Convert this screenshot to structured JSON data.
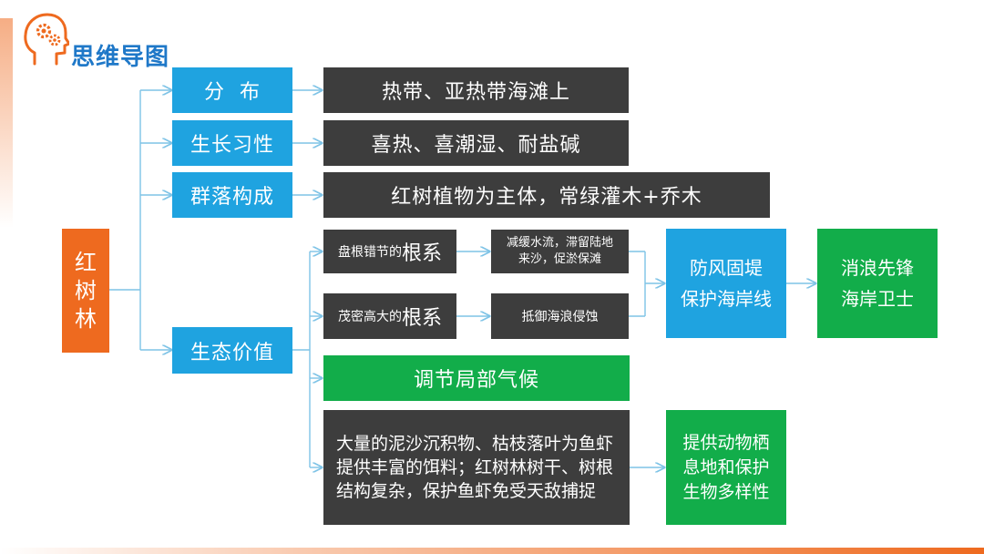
{
  "header": {
    "title": "思维导图"
  },
  "root": {
    "label": "红\n树\n林"
  },
  "branches": {
    "distribution": {
      "label": "分 布",
      "detail": "热带、亚热带海滩上"
    },
    "habit": {
      "label": "生长习性",
      "detail": "喜热、喜潮湿、耐盐碱"
    },
    "community": {
      "label": "群落构成",
      "detail": "红树植物为主体，常绿灌木+乔木"
    },
    "ecology": {
      "label": "生态价值"
    }
  },
  "ecology": {
    "root1": {
      "prefix": "盘根错节的",
      "suffix": "根系",
      "effect": "减缓水流，滞留陆地来沙，促淤保滩"
    },
    "root2": {
      "prefix": "茂密高大的",
      "suffix": "根系",
      "effect": "抵御海浪侵蚀"
    },
    "protect": "防风固堤\n保护海岸线",
    "pioneer": "消浪先锋\n海岸卫士",
    "climate": "调节局部气候",
    "habitat_detail": "大量的泥沙沉积物、枯枝落叶为鱼虾提供丰富的饵料；红树林树干、树根结构复杂，保护鱼虾免受天敌捕捉",
    "habitat_result": "提供动物栖息地和保护生物多样性"
  },
  "colors": {
    "blue": "#1fa3e0",
    "gray": "#3d3d3d",
    "green": "#12ad4a",
    "orange": "#ee6a1f",
    "line": "#7ec3e6"
  }
}
